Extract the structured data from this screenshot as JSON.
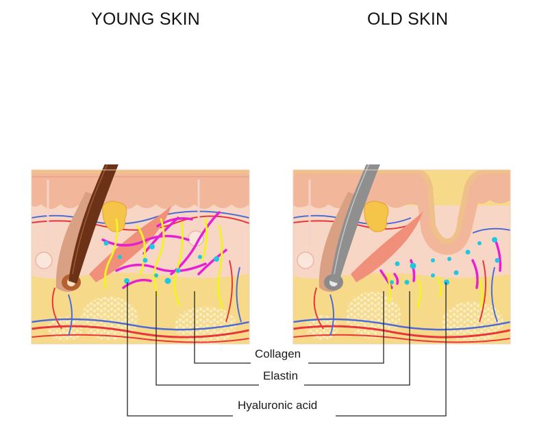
{
  "titles": {
    "young": "YOUNG SKIN",
    "old": "OLD SKIN"
  },
  "labels": {
    "collagen": "Collagen",
    "elastin": "Elastin",
    "hyaluronic_acid": "Hyaluronic acid"
  },
  "colors": {
    "epidermis": "#f2b79b",
    "dermis": "#f8d6c6",
    "hypodermis": "#f7d98a",
    "fat_cells": "#fbe9ad",
    "basal_line": "#f0c08a",
    "hair_young": "#6b3218",
    "hair_old": "#8f8f8f",
    "muscle": "#f0907a",
    "gland": "#f5c54a",
    "collagen": "#e620d2",
    "elastin": "#f2f224",
    "hyaluronic_acid": "#22c6e0",
    "artery": "#e8343a",
    "vein": "#4d6bd6",
    "leader_line": "#222222"
  }
}
